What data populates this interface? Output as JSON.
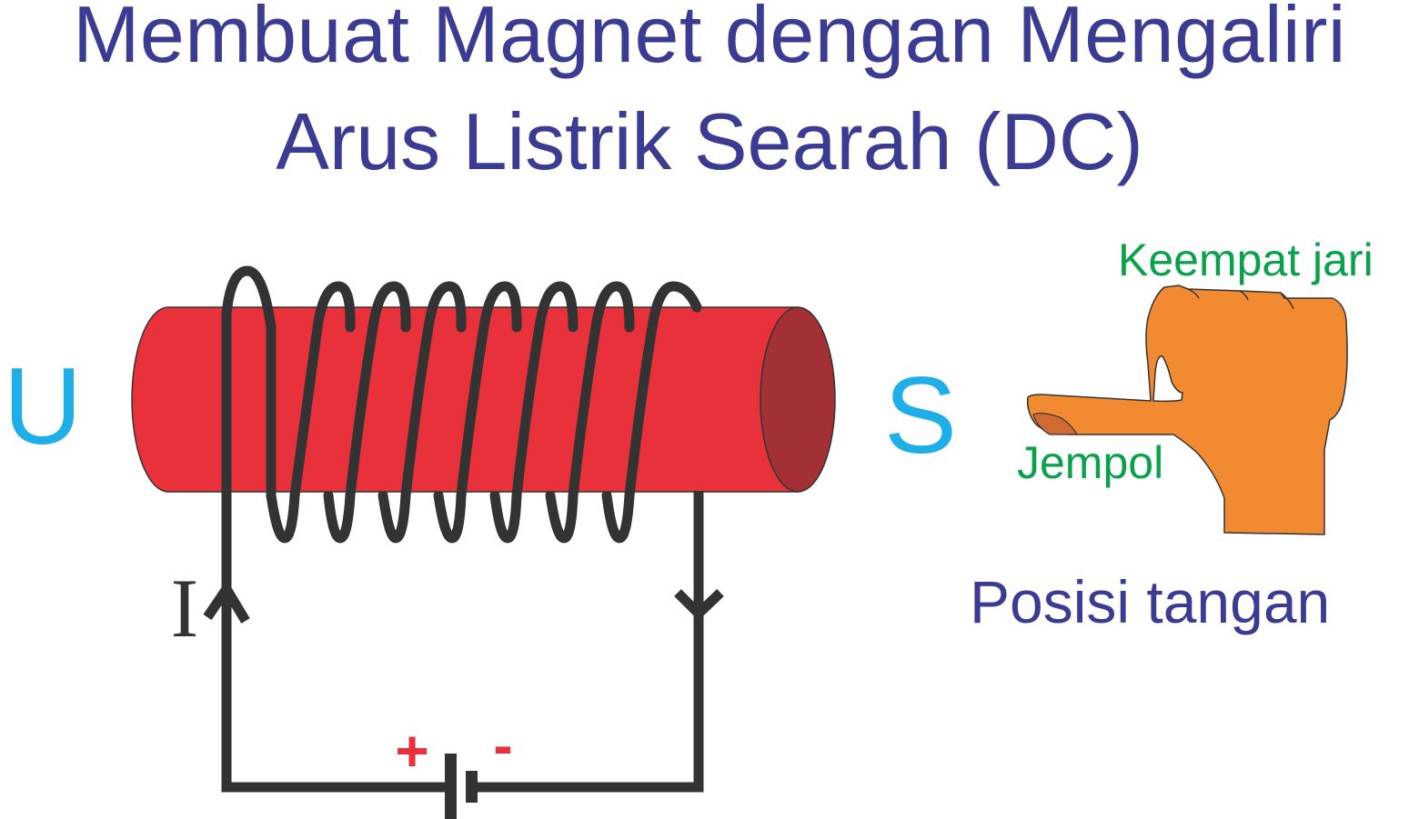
{
  "title": {
    "line1": "Membuat Magnet dengan Mengaliri",
    "line2": "Arus Listrik Searah (DC)"
  },
  "poles": {
    "north": "U",
    "south": "S"
  },
  "current_label": "I",
  "battery": {
    "plus": "+",
    "minus": "-"
  },
  "hand": {
    "fingers_label": "Keempat jari",
    "thumb_label": "Jempol",
    "caption": "Posisi tangan"
  },
  "colors": {
    "title": "#3b3b93",
    "pole": "#1eaee8",
    "rod": "#e8313a",
    "rod_end": "#a23034",
    "wire": "#333333",
    "battery_sign": "#e8313a",
    "hand": "#f28a32",
    "hand_label": "#0aa14b"
  }
}
